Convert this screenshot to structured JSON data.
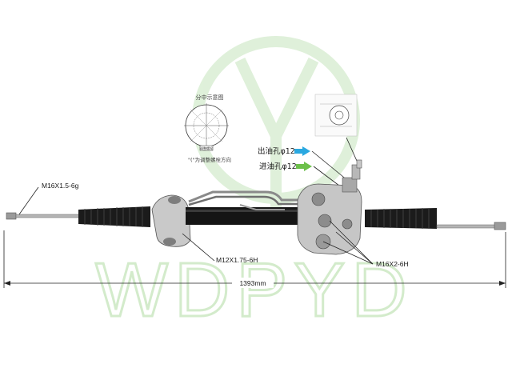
{
  "watermark": {
    "text": "WDPYD",
    "color": "#d9ecd3"
  },
  "labels": {
    "left_thread": "M16X1.5-6g",
    "bracket_thread": "M12X1.75-6H",
    "port_thread": "M16X2-6H",
    "total_length": "1393mm",
    "outlet": "出油孔φ12",
    "inlet": "进油孔φ12"
  },
  "inset_left": {
    "title": "分中示意图",
    "note": "\"(\"为调整螺栓方向",
    "box_label": "调整螺栓"
  },
  "arrows": {
    "outlet_color": "#2aa8e0",
    "inlet_color": "#6cc04a"
  },
  "icons": [
    "watermark-logo",
    "outlet-arrow-icon",
    "inlet-arrow-icon"
  ]
}
